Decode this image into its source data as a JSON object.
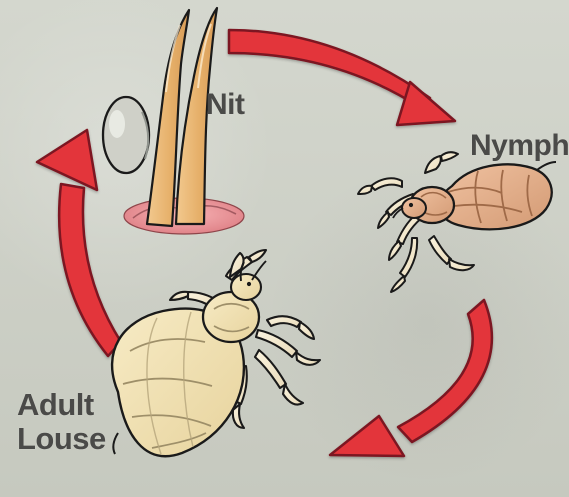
{
  "diagram": {
    "stages": [
      {
        "id": "nit",
        "label": "Nit"
      },
      {
        "id": "nymph",
        "label": "Nymph"
      },
      {
        "id": "adult",
        "label": "Adult\nLouse"
      }
    ]
  },
  "colors": {
    "background": "#c9ccc3",
    "arrow": "#e3343a",
    "arrow_outline": "#7b1820",
    "label": "#4a4a48",
    "hair": "#e5b56f",
    "nit_egg": "#cfd0c8",
    "skin": "#f0a3a6",
    "nymph_body": "#e5b08a",
    "adult_body": "#f2e2b4",
    "leg": "#f4ead2",
    "line": "#1a1a1a"
  },
  "icons": [
    "hair-shaft-icon",
    "nit-egg-icon",
    "nymph-louse-icon",
    "adult-louse-icon",
    "cycle-arrow-icon"
  ]
}
